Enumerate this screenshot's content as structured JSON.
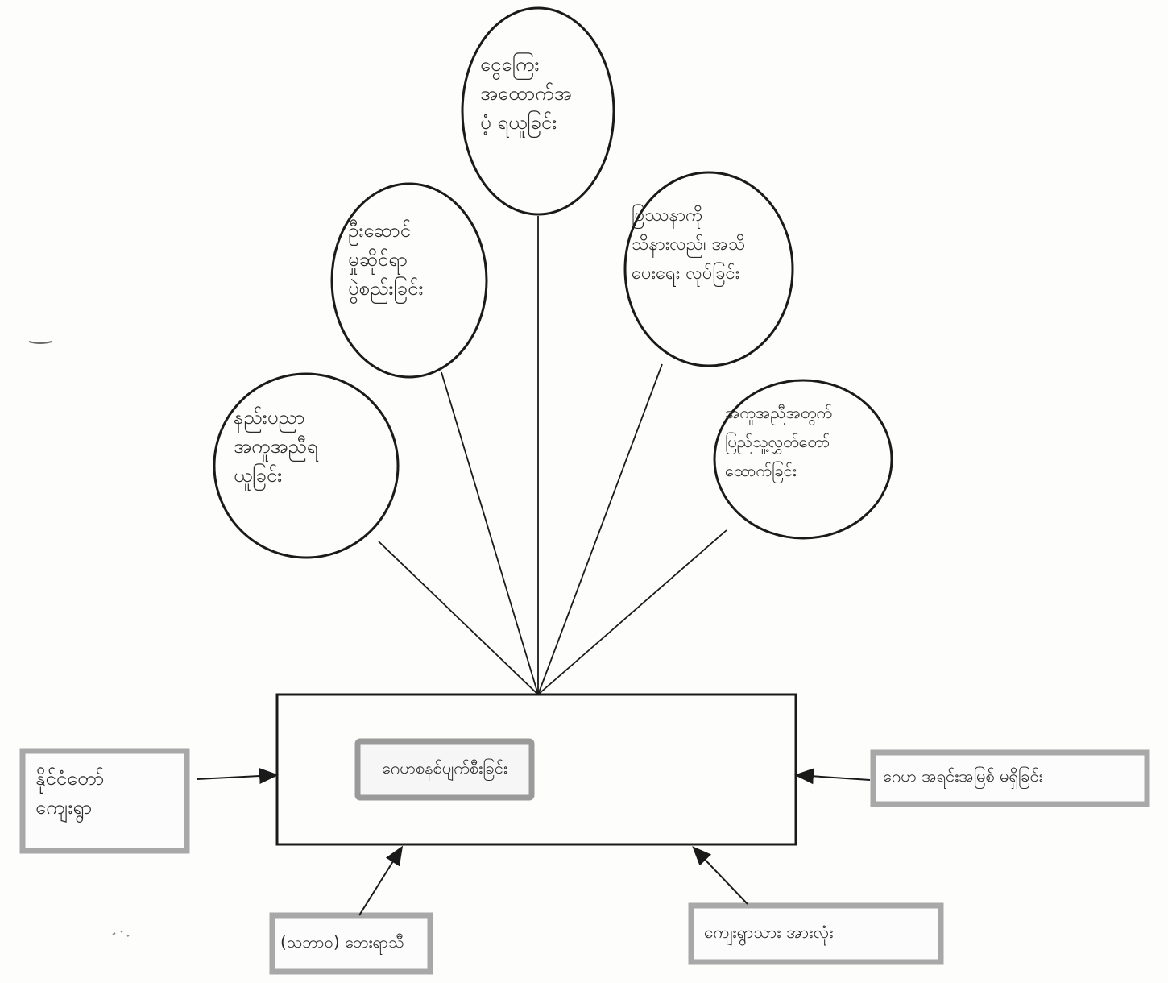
{
  "center": {
    "label": "ဂေဟစနစ်ပျက်စီးခြင်း"
  },
  "ovals": [
    {
      "id": "top",
      "text": "ငွေကြေး\nအထောက်အ\nပံ့ ရယူခြင်း"
    },
    {
      "id": "upper-left",
      "text": "ဦးဆောင်\nမှုဆိုင်ရာ\nပွဲစည်းခြင်း"
    },
    {
      "id": "upper-right",
      "text": "ပြဿနာကို\nသိနားလည်၊ အသိ\nပေးရေး လုပ်ခြင်း"
    },
    {
      "id": "lower-left",
      "text": "နည်းပညာ\nအကူအညီရ\nယူခြင်း"
    },
    {
      "id": "lower-right",
      "text": "အကူအညီအတွက်\nပြည်သူ့လွှတ်တော်\nထောက်ခြင်း"
    }
  ],
  "input_boxes": [
    {
      "id": "left",
      "label": "နိုင်ငံတော်\nကျေးရွာ"
    },
    {
      "id": "right",
      "label": "ဂေဟ အရင်းအမြစ် မရှိခြင်း"
    },
    {
      "id": "bottom-left",
      "label": "(သဘာဝ) ဘေးရာသီ"
    },
    {
      "id": "bottom-right",
      "label": "ကျေးရွာသား အားလုံး"
    }
  ],
  "colors": {
    "ink": "#1a1a1a",
    "pencil": "#2a2a2a",
    "label_frame": "#a8a8a8",
    "center_frame": "#9a9a9a",
    "paper": "#fdfdfc"
  }
}
